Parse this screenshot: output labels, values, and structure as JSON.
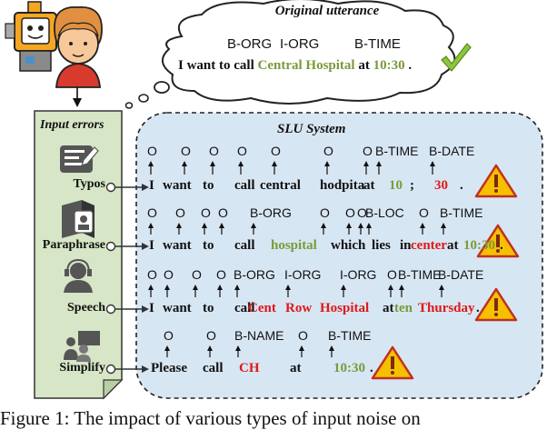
{
  "cloud": {
    "title": "Original utterance",
    "tags": [
      "B-ORG",
      "I-ORG",
      "B-TIME"
    ],
    "sentence_a": "I want to call ",
    "sentence_b": "Central Hospital",
    "sentence_c": " at ",
    "sentence_d": "10:30",
    "sentence_e": " ."
  },
  "input_errors": {
    "title": "Input errors",
    "items": [
      "Typos",
      "Paraphrase",
      "Speech",
      "Simplify"
    ]
  },
  "slu": {
    "title": "SLU System",
    "rows": [
      {
        "tags": [
          "O",
          "O",
          "O",
          "O",
          "O",
          "O",
          "O",
          "B-TIME",
          "B-DATE"
        ],
        "words": [
          {
            "t": "I",
            "c": "n"
          },
          {
            "t": "want",
            "c": "n"
          },
          {
            "t": "to",
            "c": "n"
          },
          {
            "t": "call",
            "c": "n"
          },
          {
            "t": "central",
            "c": "n"
          },
          {
            "t": "hodpita",
            "c": "n"
          },
          {
            "t": "at",
            "c": "n"
          },
          {
            "t": "10",
            "c": "g"
          },
          {
            "t": ";",
            "c": "n"
          },
          {
            "t": "30",
            "c": "r"
          },
          {
            "t": ".",
            "c": "n"
          }
        ]
      },
      {
        "tags": [
          "O",
          "O",
          "O",
          "O",
          "B-ORG",
          "O",
          "O",
          "O",
          "B-LOC",
          "O",
          "B-TIME"
        ],
        "words": [
          {
            "t": "I",
            "c": "n"
          },
          {
            "t": "want",
            "c": "n"
          },
          {
            "t": "to",
            "c": "n"
          },
          {
            "t": "call",
            "c": "n"
          },
          {
            "t": "hospital",
            "c": "g"
          },
          {
            "t": "which",
            "c": "n"
          },
          {
            "t": "lies",
            "c": "n"
          },
          {
            "t": "in",
            "c": "n"
          },
          {
            "t": "center",
            "c": "r"
          },
          {
            "t": "at",
            "c": "n"
          },
          {
            "t": "10:30",
            "c": "g"
          },
          {
            "t": ".",
            "c": "n"
          }
        ]
      },
      {
        "tags": [
          "O",
          "O",
          "O",
          "O",
          "B-ORG",
          "I-ORG",
          "I-ORG",
          "O",
          "B-TIME",
          "B-DATE"
        ],
        "words": [
          {
            "t": "I",
            "c": "n"
          },
          {
            "t": "want",
            "c": "n"
          },
          {
            "t": "to",
            "c": "n"
          },
          {
            "t": "call",
            "c": "n"
          },
          {
            "t": "Cent",
            "c": "r"
          },
          {
            "t": "Row",
            "c": "r"
          },
          {
            "t": "Hospital",
            "c": "r"
          },
          {
            "t": "at",
            "c": "n"
          },
          {
            "t": "ten",
            "c": "g"
          },
          {
            "t": "Thursday",
            "c": "r"
          },
          {
            "t": ".",
            "c": "n"
          }
        ]
      },
      {
        "tags": [
          "O",
          "O",
          "B-NAME",
          "O",
          "B-TIME"
        ],
        "words": [
          {
            "t": "Please",
            "c": "n"
          },
          {
            "t": "call",
            "c": "n"
          },
          {
            "t": "CH",
            "c": "r"
          },
          {
            "t": "at",
            "c": "n"
          },
          {
            "t": "10:30",
            "c": "g"
          },
          {
            "t": ".",
            "c": "n"
          }
        ]
      }
    ]
  },
  "caption": "Figure 1: The impact of various types of input noise on",
  "colors": {
    "green": "#7a9a3a",
    "red": "#e01818",
    "panel": "#d6e6c6",
    "slu_bg": "#d7e6f3"
  }
}
